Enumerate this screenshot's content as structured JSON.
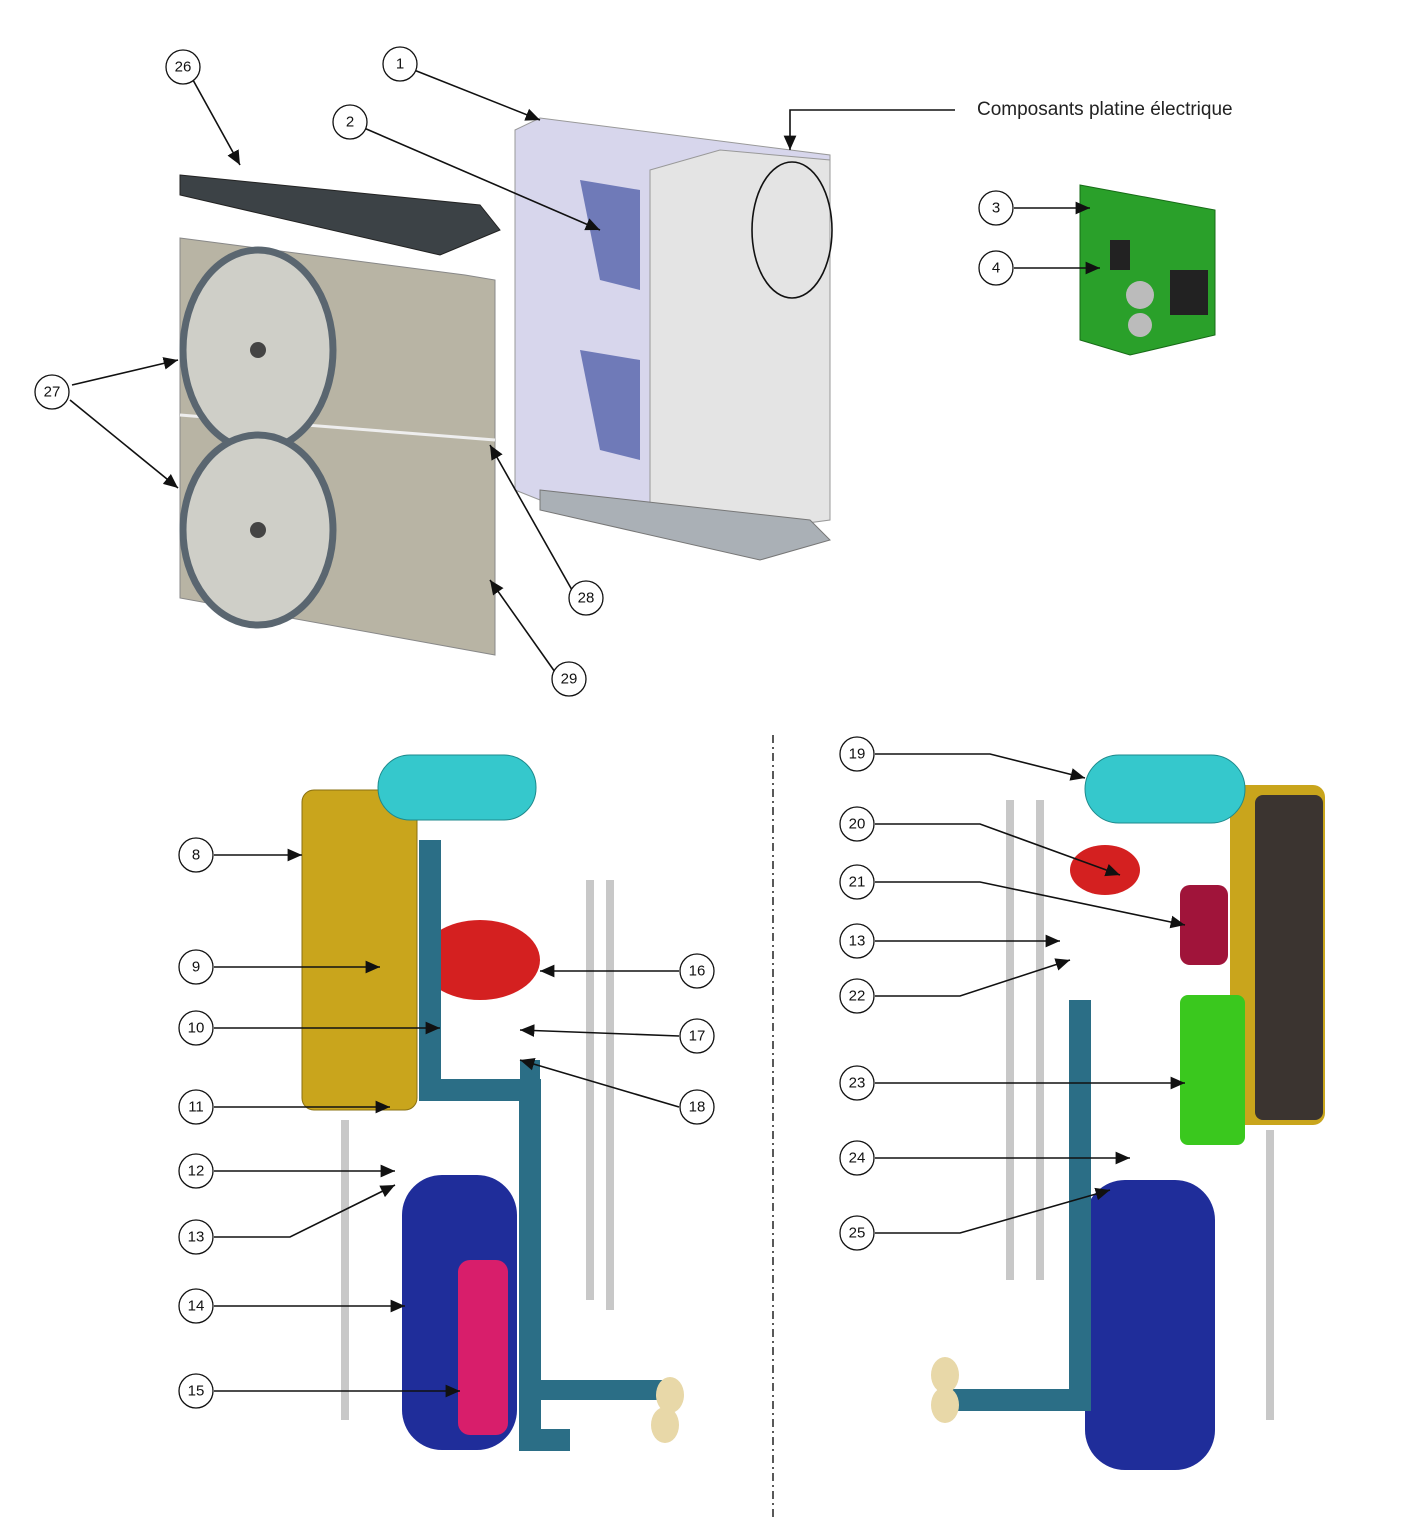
{
  "board_label": "Composants platine électrique",
  "callouts": [
    "26",
    "1",
    "2",
    "3",
    "4",
    "27",
    "28",
    "29",
    "8",
    "9",
    "10",
    "11",
    "12",
    "13",
    "14",
    "15",
    "16",
    "17",
    "18",
    "19",
    "20",
    "21",
    "13",
    "22",
    "23",
    "24",
    "25"
  ],
  "colors": {
    "heat_exchanger": "#c9a51c",
    "tank": "#35c8cc",
    "compressor": "#1f2d9a",
    "pipe": "#2b6e86",
    "pump": "#d42020",
    "pcb": "#2aa02a",
    "panel": "#b8b4a4"
  }
}
